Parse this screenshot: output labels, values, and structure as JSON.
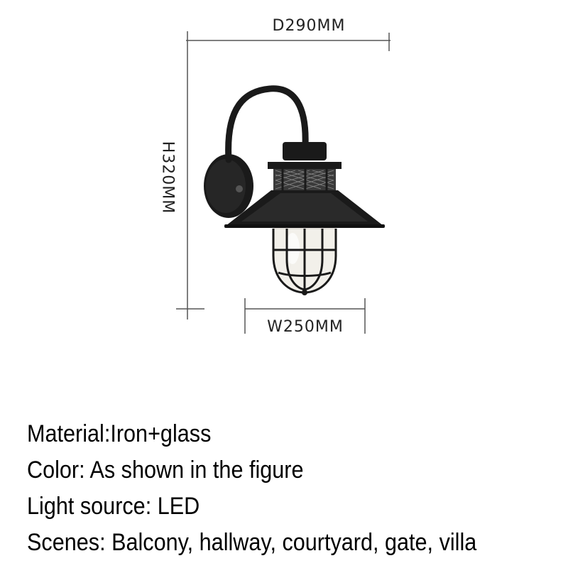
{
  "dimensions": {
    "depth": "D290MM",
    "height": "H320MM",
    "width": "W250MM"
  },
  "specs": {
    "material": "Material:Iron+glass",
    "color": "Color: As shown in the figure",
    "light_source": "Light source: LED",
    "scenes": "Scenes: Balcony, hallway, courtyard, gate, villa"
  },
  "colors": {
    "lamp_body": "#1a1a1a",
    "dimension_lines": "#555555",
    "text": "#000000",
    "glass": "#f2f0ea"
  }
}
